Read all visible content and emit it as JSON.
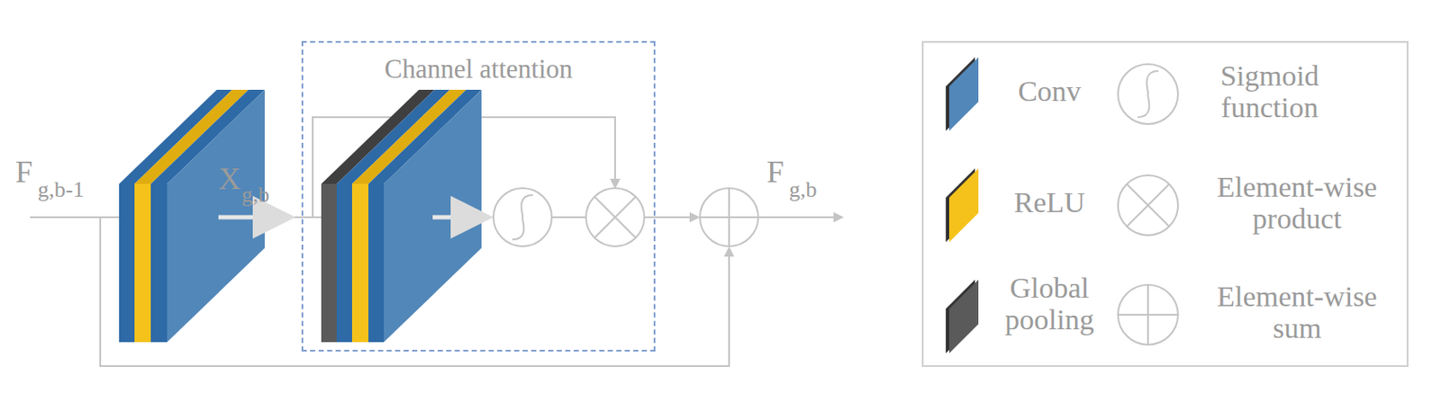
{
  "diagram": {
    "nodes": [
      {
        "text": [
          "Channel attention"
        ]
      }
    ],
    "labels": [
      "F",
      "g,b-1",
      "X",
      "g,b",
      "F",
      "g,b"
    ],
    "legend": [
      {
        "text": "Conv",
        "color": "#5287b9"
      },
      {
        "text": "ReLU",
        "color": "#f5c21b"
      },
      {
        "text": "Global pooling",
        "color": "#5a5a5a"
      },
      {
        "text": "Sigmoid function"
      },
      {
        "text": "Element-wise product"
      },
      {
        "text": "Element-wise sum"
      }
    ]
  }
}
